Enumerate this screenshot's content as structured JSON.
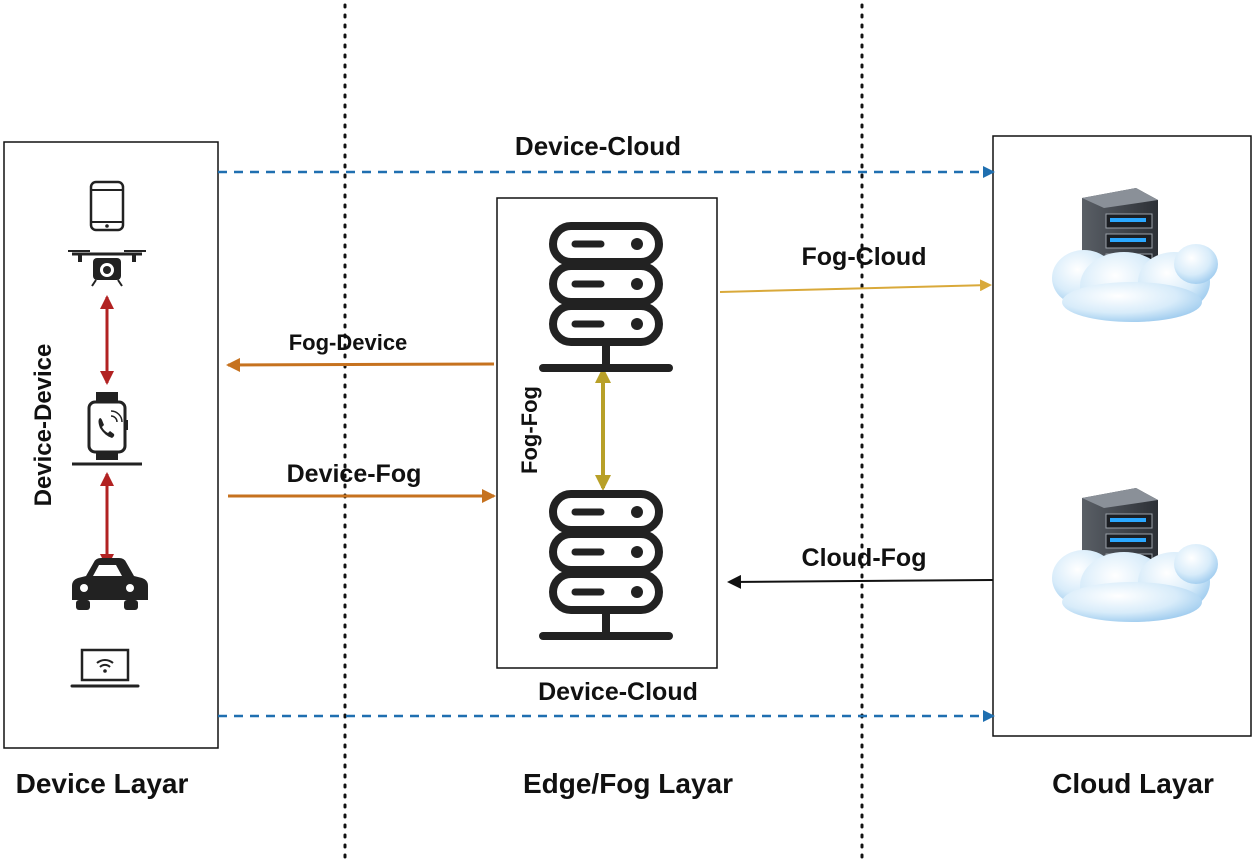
{
  "layers": {
    "device": "Device Layar",
    "fog": "Edge/Fog Layar",
    "cloud": "Cloud Layar"
  },
  "links": {
    "device_cloud_top": "Device-Cloud",
    "device_cloud_bottom": "Device-Cloud",
    "fog_cloud": "Fog-Cloud",
    "cloud_fog": "Cloud-Fog",
    "fog_device": "Fog-Device",
    "device_fog": "Device-Fog",
    "fog_fog": "Fog-Fog",
    "device_device": "Device-Device"
  },
  "colors": {
    "device_cloud": "#1f6fb0",
    "fog_cloud": "#d9a93a",
    "fog_device": "#c6721f",
    "device_device": "#b22222",
    "fog_fog": "#b8a028",
    "cloud_fog": "#111111"
  },
  "icons": {
    "device_layer": [
      "smartphone-icon",
      "drone-icon",
      "smartwatch-icon",
      "car-icon",
      "laptop-icon"
    ],
    "fog_layer": [
      "fog-server-icon",
      "fog-server-icon"
    ],
    "cloud_layer": [
      "cloud-server-icon",
      "cloud-server-icon"
    ]
  }
}
